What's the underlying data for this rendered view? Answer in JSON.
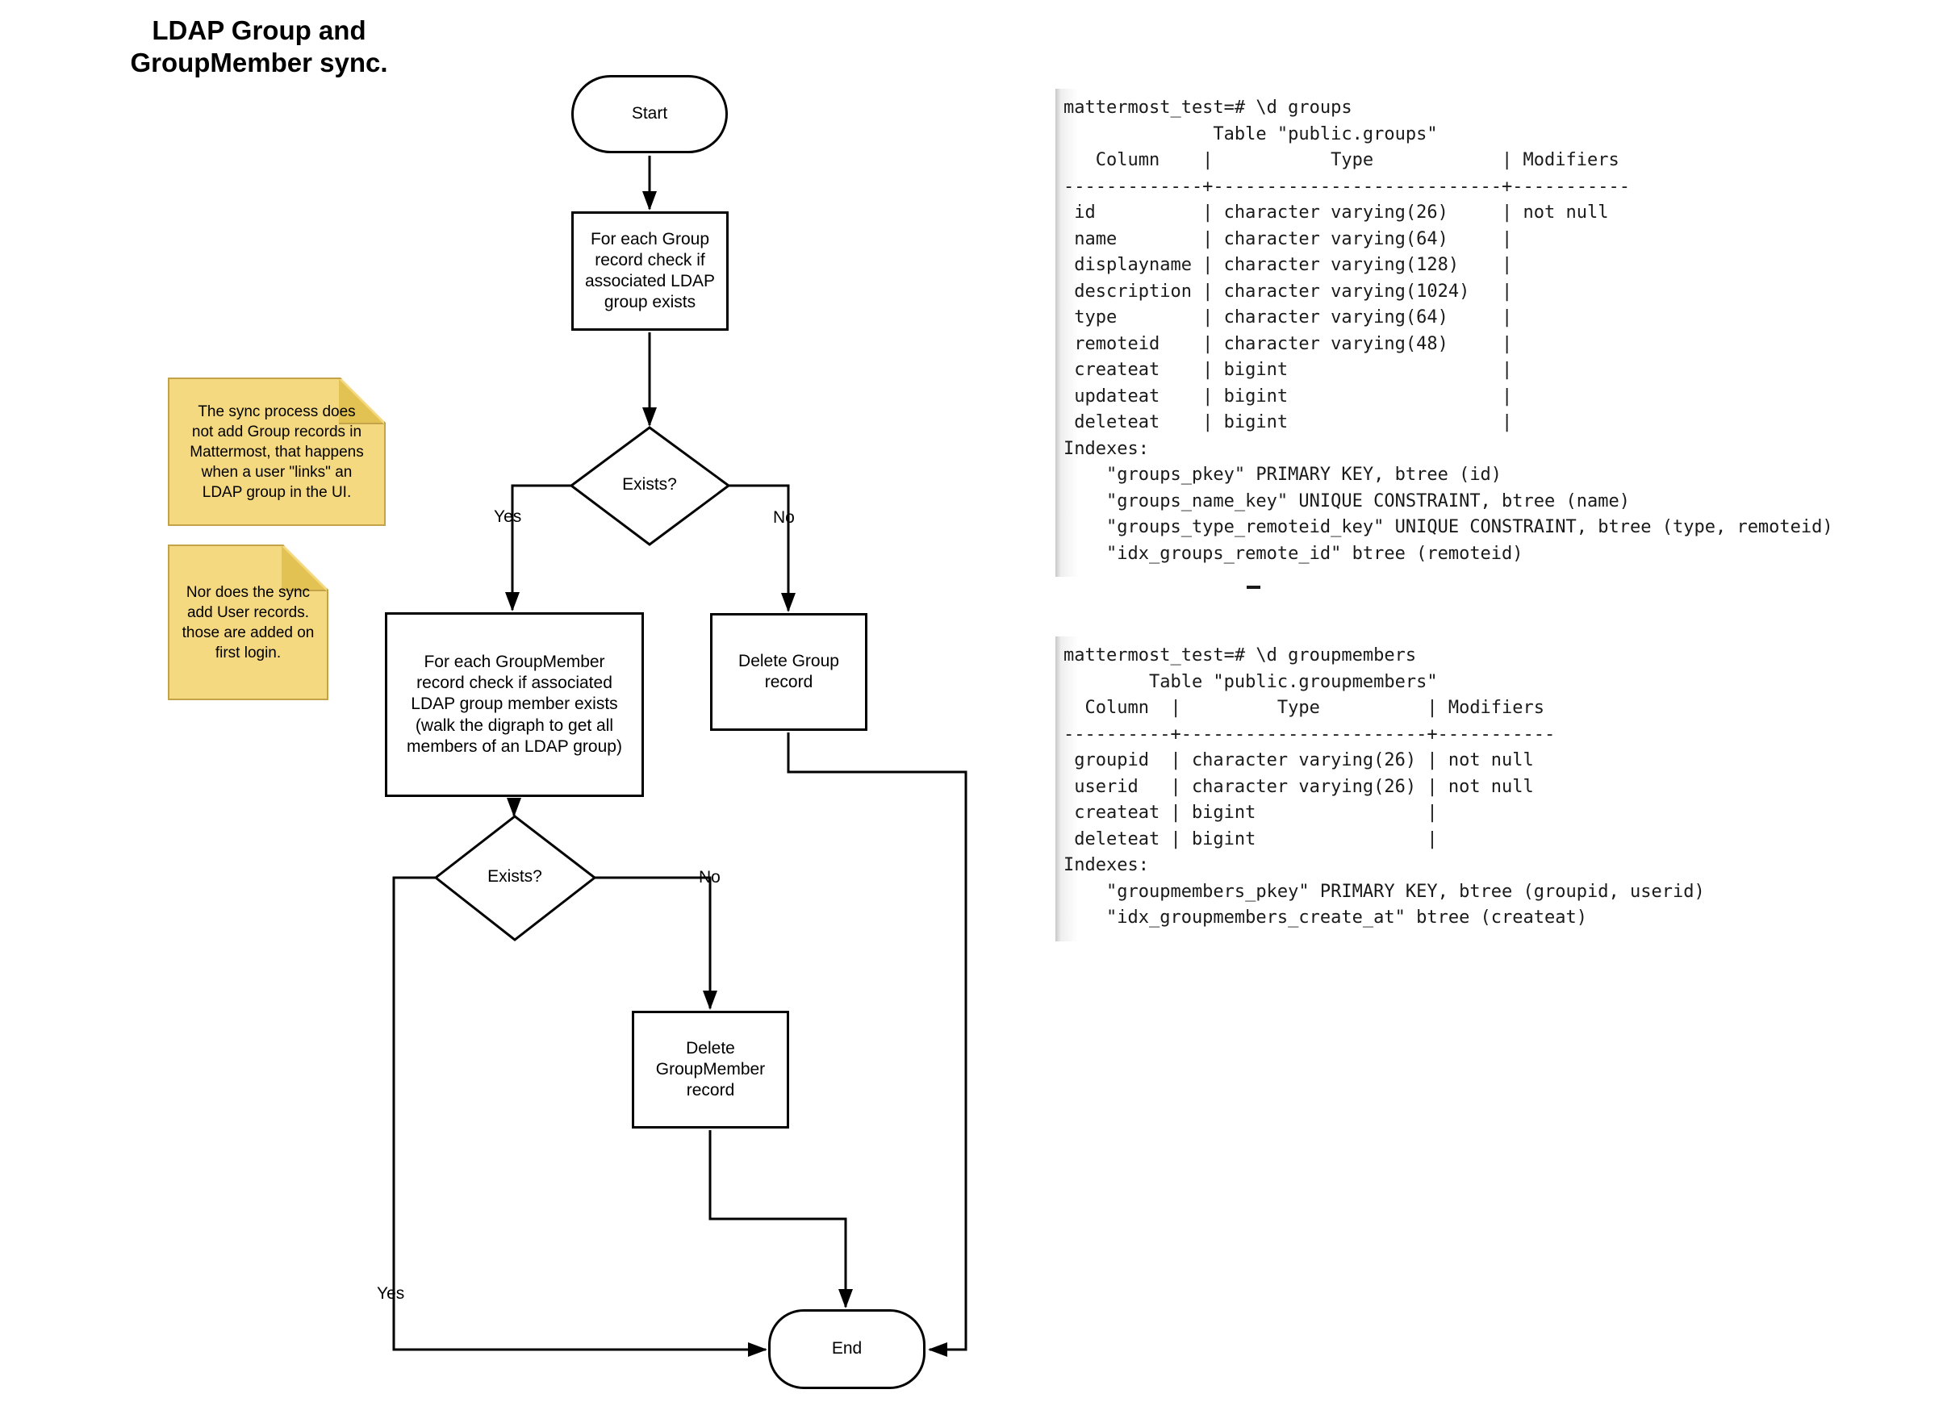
{
  "title": "LDAP Group and\nGroupMember sync.",
  "flowchart": {
    "nodes": {
      "start": {
        "label": "Start"
      },
      "check_group": {
        "label": "For each Group record check if associated LDAP group exists"
      },
      "exists_group": {
        "label": "Exists?"
      },
      "check_groupmember": {
        "label": "For each GroupMember record check if associated LDAP group member exists (walk the digraph to get all members of an LDAP group)"
      },
      "delete_group": {
        "label": "Delete Group record"
      },
      "exists_groupmember": {
        "label": "Exists?"
      },
      "delete_groupmember": {
        "label": "Delete GroupMember record"
      },
      "end": {
        "label": "End"
      }
    },
    "edge_labels": {
      "group_exists_yes": "Yes",
      "group_exists_no": "No",
      "member_exists_yes": "Yes",
      "member_exists_no": "No"
    }
  },
  "notes": [
    {
      "text": "The sync process does not add Group records in Mattermost, that happens when a user \"links\" an LDAP group in the UI."
    },
    {
      "text": "Nor does the sync add User records. those are added on first login."
    }
  ],
  "terminals": [
    {
      "cursor_visible": true,
      "text": "mattermost_test=# \\d groups\n              Table \"public.groups\"\n   Column    |           Type            | Modifiers\n-------------+---------------------------+-----------\n id          | character varying(26)     | not null\n name        | character varying(64)     | \n displayname | character varying(128)    | \n description | character varying(1024)   | \n type        | character varying(64)     | \n remoteid    | character varying(48)     | \n createat    | bigint                    | \n updateat    | bigint                    | \n deleteat    | bigint                    | \nIndexes:\n    \"groups_pkey\" PRIMARY KEY, btree (id)\n    \"groups_name_key\" UNIQUE CONSTRAINT, btree (name)\n    \"groups_type_remoteid_key\" UNIQUE CONSTRAINT, btree (type, remoteid)\n    \"idx_groups_remote_id\" btree (remoteid)"
    },
    {
      "cursor_visible": false,
      "text": "mattermost_test=# \\d groupmembers\n        Table \"public.groupmembers\"\n  Column  |         Type          | Modifiers\n----------+-----------------------+-----------\n groupid  | character varying(26) | not null\n userid   | character varying(26) | not null\n createat | bigint                | \n deleteat | bigint                | \nIndexes:\n    \"groupmembers_pkey\" PRIMARY KEY, btree (groupid, userid)\n    \"idx_groupmembers_create_at\" btree (createat)"
    }
  ],
  "colors": {
    "note_bg": "#F5D981",
    "note_fold": "#E3C254",
    "note_border": "#C2A34A",
    "line": "#000000",
    "node_bg": "#FFFFFF",
    "terminal_text": "#1A1A1A",
    "terminal_edge": "#C8C8C8"
  }
}
